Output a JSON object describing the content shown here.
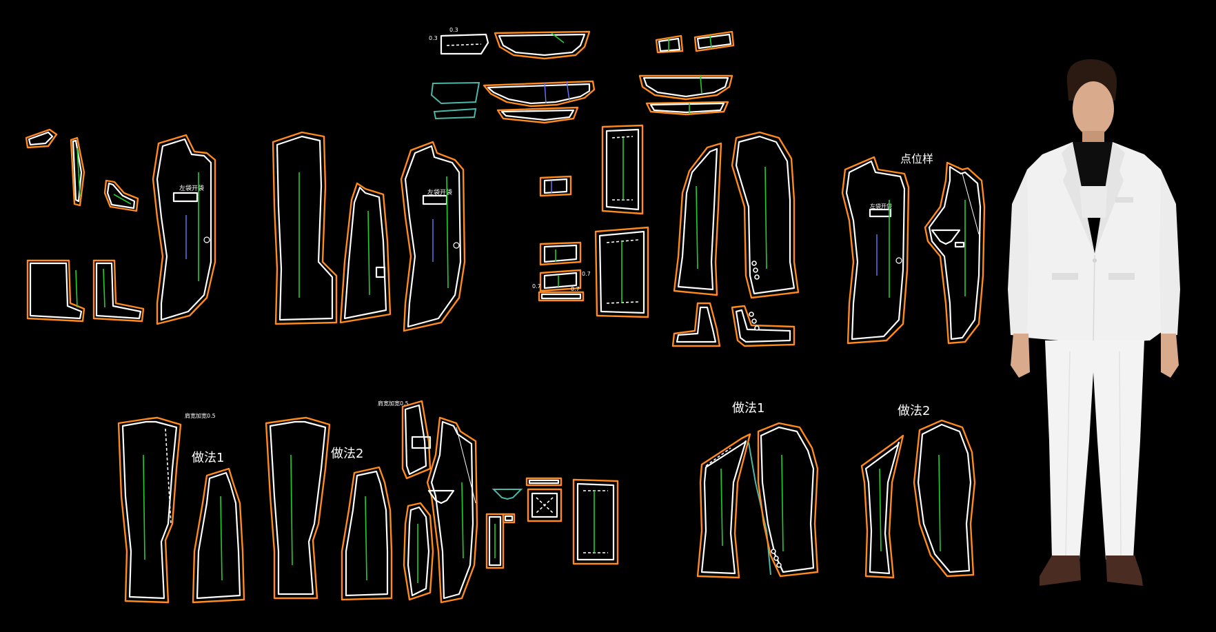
{
  "canvas": {
    "background": "#000000",
    "colors": {
      "seam_allowance": "#ff8a1e",
      "net_outline": "#ffffff",
      "grainline": "#1fd12c",
      "lining": "#4fb7a8",
      "notch": "#6a78ff",
      "garment": "#f4f4f4"
    }
  },
  "labels": {
    "sample": "点位样",
    "method1_top": "做法1",
    "method2_top": "做法2",
    "method1_bottom": "做法1",
    "method2_bottom": "做法2",
    "pocket_mark_a": "左袋开袋",
    "pocket_mark_b": "左袋开袋",
    "pocket_mark_c": "左袋开袋",
    "shoulder_note_a": "肩宽加宽0.5",
    "shoulder_note_b": "肩宽加宽0.5",
    "dim_a": "0.3",
    "dim_b": "0.3",
    "dim_c": "0.7",
    "dim_d": "0.7",
    "dim_e": "0.7"
  },
  "model": {
    "garment_color": "#f4f4f4",
    "shoe_color": "#4a2c22"
  }
}
